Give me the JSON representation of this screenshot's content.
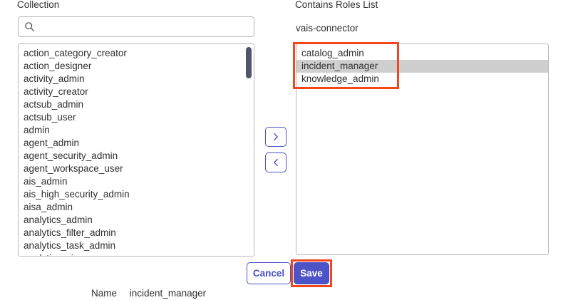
{
  "labels": {
    "collection": "Collection",
    "contains_roles_list": "Contains Roles List"
  },
  "subject": {
    "name": "vais-connector"
  },
  "search": {
    "value": "",
    "placeholder": "",
    "icon": "search-icon"
  },
  "available_list": {
    "items": [
      "action_category_creator",
      "action_designer",
      "activity_admin",
      "activity_creator",
      "actsub_admin",
      "actsub_user",
      "admin",
      "agent_admin",
      "agent_security_admin",
      "agent_workspace_user",
      "ais_admin",
      "ais_high_security_admin",
      "aisa_admin",
      "analytics_admin",
      "analytics_filter_admin",
      "analytics_task_admin",
      "analytics_viewer"
    ],
    "scrollbar": "visible"
  },
  "selected_list": {
    "items": [
      {
        "label": "catalog_admin",
        "selected": false
      },
      {
        "label": "incident_manager",
        "selected": true
      },
      {
        "label": "knowledge_admin",
        "selected": false
      }
    ]
  },
  "transfer": {
    "move_right_icon": "chevron-right-icon",
    "move_left_icon": "chevron-left-icon"
  },
  "footer": {
    "cancel_label": "Cancel",
    "save_label": "Save"
  },
  "name_row": {
    "key": "Name",
    "value": "incident_manager"
  },
  "colors": {
    "accent": "#4e54c8",
    "annotation": "#f5451c",
    "selection": "#cfcfcf",
    "border": "#b7b9bd",
    "scrollbar_thumb": "#53566b"
  }
}
